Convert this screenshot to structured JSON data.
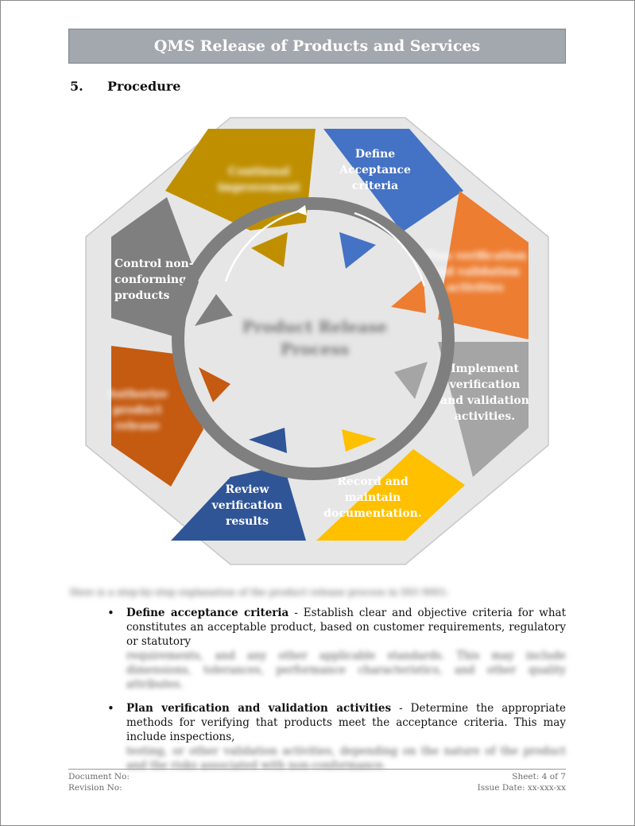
{
  "header": {
    "title": "QMS Release of Products and Services"
  },
  "section": {
    "number": "5.",
    "title": "Procedure"
  },
  "diagram": {
    "center_label_line1": "Product Release",
    "center_label_line2": "Process",
    "segments": [
      {
        "lines": [
          "Define",
          "Acceptance",
          "criteria"
        ],
        "color": "#4472c4"
      },
      {
        "lines": [
          "Plan verification",
          "and validation",
          "activities"
        ],
        "color": "#ed7d31"
      },
      {
        "lines": [
          "Implement",
          "verification",
          "and validation",
          "activities."
        ],
        "color": "#a5a5a5"
      },
      {
        "lines": [
          "Record and",
          "maintain",
          "documentation."
        ],
        "color": "#ffc000"
      },
      {
        "lines": [
          "Review",
          "verification",
          "results"
        ],
        "color": "#2f5597"
      },
      {
        "lines": [
          "Authorize",
          "product",
          "release"
        ],
        "color": "#c55a11"
      },
      {
        "lines": [
          "Control non-",
          "conforming",
          "products"
        ],
        "color": "#7f7f7f"
      },
      {
        "lines": [
          "Continual",
          "improvement"
        ],
        "color": "#bf8f00"
      }
    ],
    "octagon_color": "#e6e6e6",
    "ring_color": "#7f7f7f"
  },
  "intro": "Here is a step-by-step explanation of the product release process in ISO 9001:",
  "bullets": [
    {
      "title": "Define acceptance criteria",
      "text": " - Establish clear and objective criteria for what constitutes an acceptable product, based on customer requirements, regulatory or statutory",
      "hidden": "requirements, and any other applicable standards. This may include dimensions, tolerances, performance characteristics, and other quality attributes."
    },
    {
      "title": "Plan verification and validation activities",
      "text": " - Determine the appropriate methods for verifying that products meet the acceptance criteria. This may include inspections,",
      "hidden": "testing, or other validation activities, depending on the nature of the product and the risks associated with non-conformance."
    }
  ],
  "footer": {
    "doc_no_label": "Document No:",
    "revision_label": "Revision No:",
    "sheet": "Sheet: 4 of 7",
    "issue_date": "Issue Date: xx-xxx-xx"
  }
}
